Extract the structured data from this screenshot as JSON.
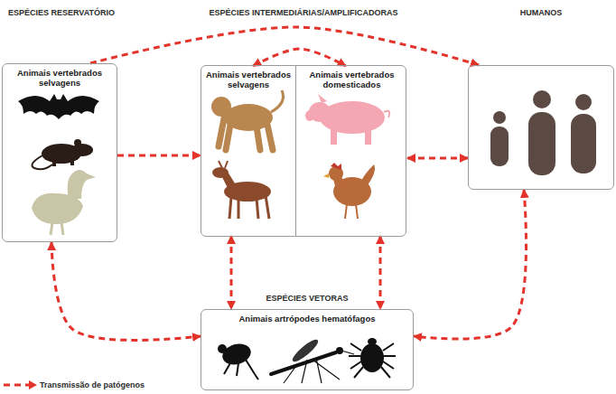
{
  "diagram": {
    "nodes": [
      {
        "text": [
          "ESPÉCIES RESERVATÓRIO",
          "Animais vertebrados selvagens"
        ]
      },
      {
        "text": [
          "ESPÉCIES INTERMEDIÁRIAS/AMPLIFICADORAS"
        ]
      },
      {
        "text": [
          "Animais vertebrados selvagens"
        ],
        "in": 1
      },
      {
        "text": [
          "Animais vertebrados domesticados"
        ],
        "in": 1
      },
      {
        "text": [
          "HUMANOS"
        ]
      },
      {
        "text": [
          "ESPÉCIES VETORAS",
          "Animais artrópodes hematófagos"
        ]
      }
    ],
    "edges": [
      {
        "from": 0,
        "to": 4,
        "arrow": "to"
      },
      {
        "from": 0,
        "to": 1,
        "arrow": "to"
      },
      {
        "from": 2,
        "to": 3,
        "arrow": "both"
      },
      {
        "from": 3,
        "to": 4,
        "arrow": "both"
      },
      {
        "from": 0,
        "to": 5,
        "arrow": "both"
      },
      {
        "from": 2,
        "to": 5,
        "arrow": "both"
      },
      {
        "from": 3,
        "to": 5,
        "arrow": "both"
      },
      {
        "from": 4,
        "to": 5,
        "arrow": "both"
      }
    ],
    "legend": [
      {
        "text": "Transmissão de patógenos"
      }
    ]
  }
}
